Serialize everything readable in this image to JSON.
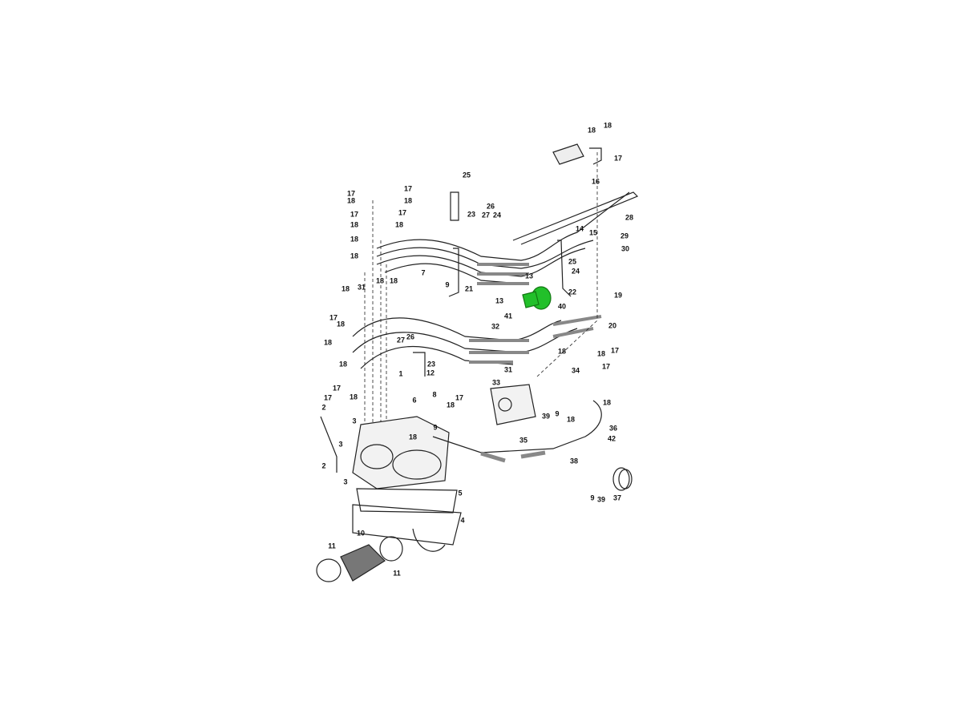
{
  "diagram": {
    "highlight_color": "#22c02a",
    "highlighted_part": "40",
    "labels": [
      "18",
      "18",
      "17",
      "25",
      "16",
      "17",
      "17",
      "18",
      "18",
      "26",
      "27",
      "24",
      "23",
      "17",
      "17",
      "18",
      "18",
      "28",
      "14",
      "15",
      "29",
      "18",
      "30",
      "25",
      "18",
      "24",
      "13",
      "7",
      "9",
      "21",
      "18",
      "18",
      "22",
      "13",
      "40",
      "19",
      "18",
      "31",
      "17",
      "18",
      "41",
      "32",
      "20",
      "18",
      "27",
      "26",
      "18",
      "18",
      "17",
      "18",
      "23",
      "31",
      "33",
      "1",
      "12",
      "34",
      "17",
      "17",
      "18",
      "17",
      "8",
      "6",
      "18",
      "17",
      "18",
      "2",
      "3",
      "39",
      "9",
      "18",
      "36",
      "18",
      "9",
      "42",
      "35",
      "3",
      "38",
      "2",
      "3",
      "5",
      "9",
      "39",
      "37",
      "4",
      "10",
      "11",
      "11"
    ]
  }
}
